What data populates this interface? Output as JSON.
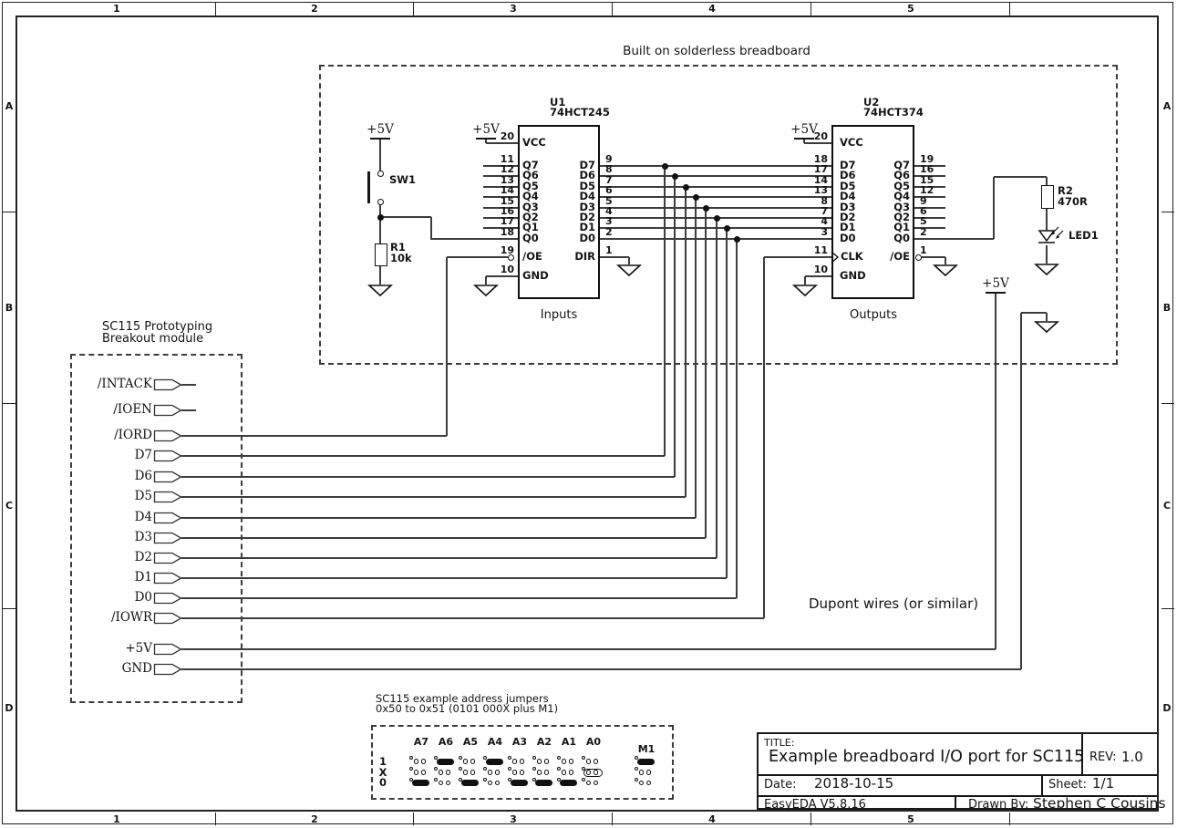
{
  "frame": {
    "column_labels": [
      "1",
      "2",
      "3",
      "4",
      "5"
    ],
    "row_labels": [
      "A",
      "B",
      "C",
      "D"
    ]
  },
  "notes": {
    "breadboard": "Built on solderless breadboard",
    "dupont": "Dupont wires (or similar)"
  },
  "chips": [
    {
      "ref": "U1",
      "part": "74HCT245",
      "caption": "Inputs",
      "left_pins": [
        [
          "20",
          "VCC"
        ],
        [
          "11",
          "Q7"
        ],
        [
          "12",
          "Q6"
        ],
        [
          "13",
          "Q5"
        ],
        [
          "14",
          "Q4"
        ],
        [
          "15",
          "Q3"
        ],
        [
          "16",
          "Q2"
        ],
        [
          "17",
          "Q1"
        ],
        [
          "18",
          "Q0"
        ],
        [
          "19",
          "/OE"
        ],
        [
          "10",
          "GND"
        ]
      ],
      "right_pins": [
        [
          "9",
          "D7"
        ],
        [
          "8",
          "D6"
        ],
        [
          "7",
          "D5"
        ],
        [
          "6",
          "D4"
        ],
        [
          "5",
          "D3"
        ],
        [
          "4",
          "D2"
        ],
        [
          "3",
          "D1"
        ],
        [
          "2",
          "D0"
        ],
        [
          "1",
          "DIR"
        ]
      ]
    },
    {
      "ref": "U2",
      "part": "74HCT374",
      "caption": "Outputs",
      "left_pins": [
        [
          "20",
          "VCC"
        ],
        [
          "18",
          "D7"
        ],
        [
          "17",
          "D6"
        ],
        [
          "14",
          "D5"
        ],
        [
          "13",
          "D4"
        ],
        [
          "8",
          "D3"
        ],
        [
          "7",
          "D2"
        ],
        [
          "4",
          "D1"
        ],
        [
          "3",
          "D0"
        ],
        [
          "11",
          "CLK"
        ],
        [
          "10",
          "GND"
        ]
      ],
      "right_pins": [
        [
          "19",
          "Q7"
        ],
        [
          "16",
          "Q6"
        ],
        [
          "15",
          "Q5"
        ],
        [
          "12",
          "Q4"
        ],
        [
          "9",
          "Q3"
        ],
        [
          "6",
          "Q2"
        ],
        [
          "5",
          "Q1"
        ],
        [
          "2",
          "Q0"
        ],
        [
          "1",
          "/OE"
        ]
      ]
    }
  ],
  "components": {
    "sw1": "SW1",
    "r1_ref": "R1",
    "r1_val": "10k",
    "r2_ref": "R2",
    "r2_val": "470R",
    "led": "LED1",
    "power": "+5V"
  },
  "breakout": {
    "title_line1": "SC115 Prototyping",
    "title_line2": "Breakout module",
    "signals": [
      "/INTACK",
      "/IOEN",
      "/IORD",
      "D7",
      "D6",
      "D5",
      "D4",
      "D3",
      "D2",
      "D1",
      "D0",
      "/IOWR",
      "+5V",
      "GND"
    ]
  },
  "jumpers": {
    "caption_line1": "SC115 example address jumpers",
    "caption_line2": "0x50 to 0x51 (0101 000X plus M1)",
    "row_labels": [
      "1",
      "X",
      "0"
    ],
    "columns": [
      {
        "label": "A7",
        "states": [
          "open",
          "open",
          "on"
        ]
      },
      {
        "label": "A6",
        "states": [
          "on",
          "open",
          "open"
        ]
      },
      {
        "label": "A5",
        "states": [
          "open",
          "open",
          "on"
        ]
      },
      {
        "label": "A4",
        "states": [
          "on",
          "open",
          "open"
        ]
      },
      {
        "label": "A3",
        "states": [
          "open",
          "open",
          "on"
        ]
      },
      {
        "label": "A2",
        "states": [
          "open",
          "open",
          "on"
        ]
      },
      {
        "label": "A1",
        "states": [
          "open",
          "open",
          "on"
        ]
      },
      {
        "label": "A0",
        "states": [
          "open",
          "outline",
          "open"
        ]
      }
    ],
    "m1": {
      "label": "M1",
      "states": [
        "on",
        "open",
        "open"
      ]
    }
  },
  "title_block": {
    "title_label": "TITLE:",
    "title": "Example breadboard I/O port for SC115",
    "rev_label": "REV:",
    "rev": "1.0",
    "date_label": "Date:",
    "date": "2018-10-15",
    "sheet_label": "Sheet:",
    "sheet": "1/1",
    "tool": "EasyEDA V5.8.16",
    "drawn_by_label": "Drawn By:",
    "drawn_by": "Stephen C Cousins"
  },
  "colors": {
    "ink": "#141414",
    "wire": "#3d3d3d"
  }
}
